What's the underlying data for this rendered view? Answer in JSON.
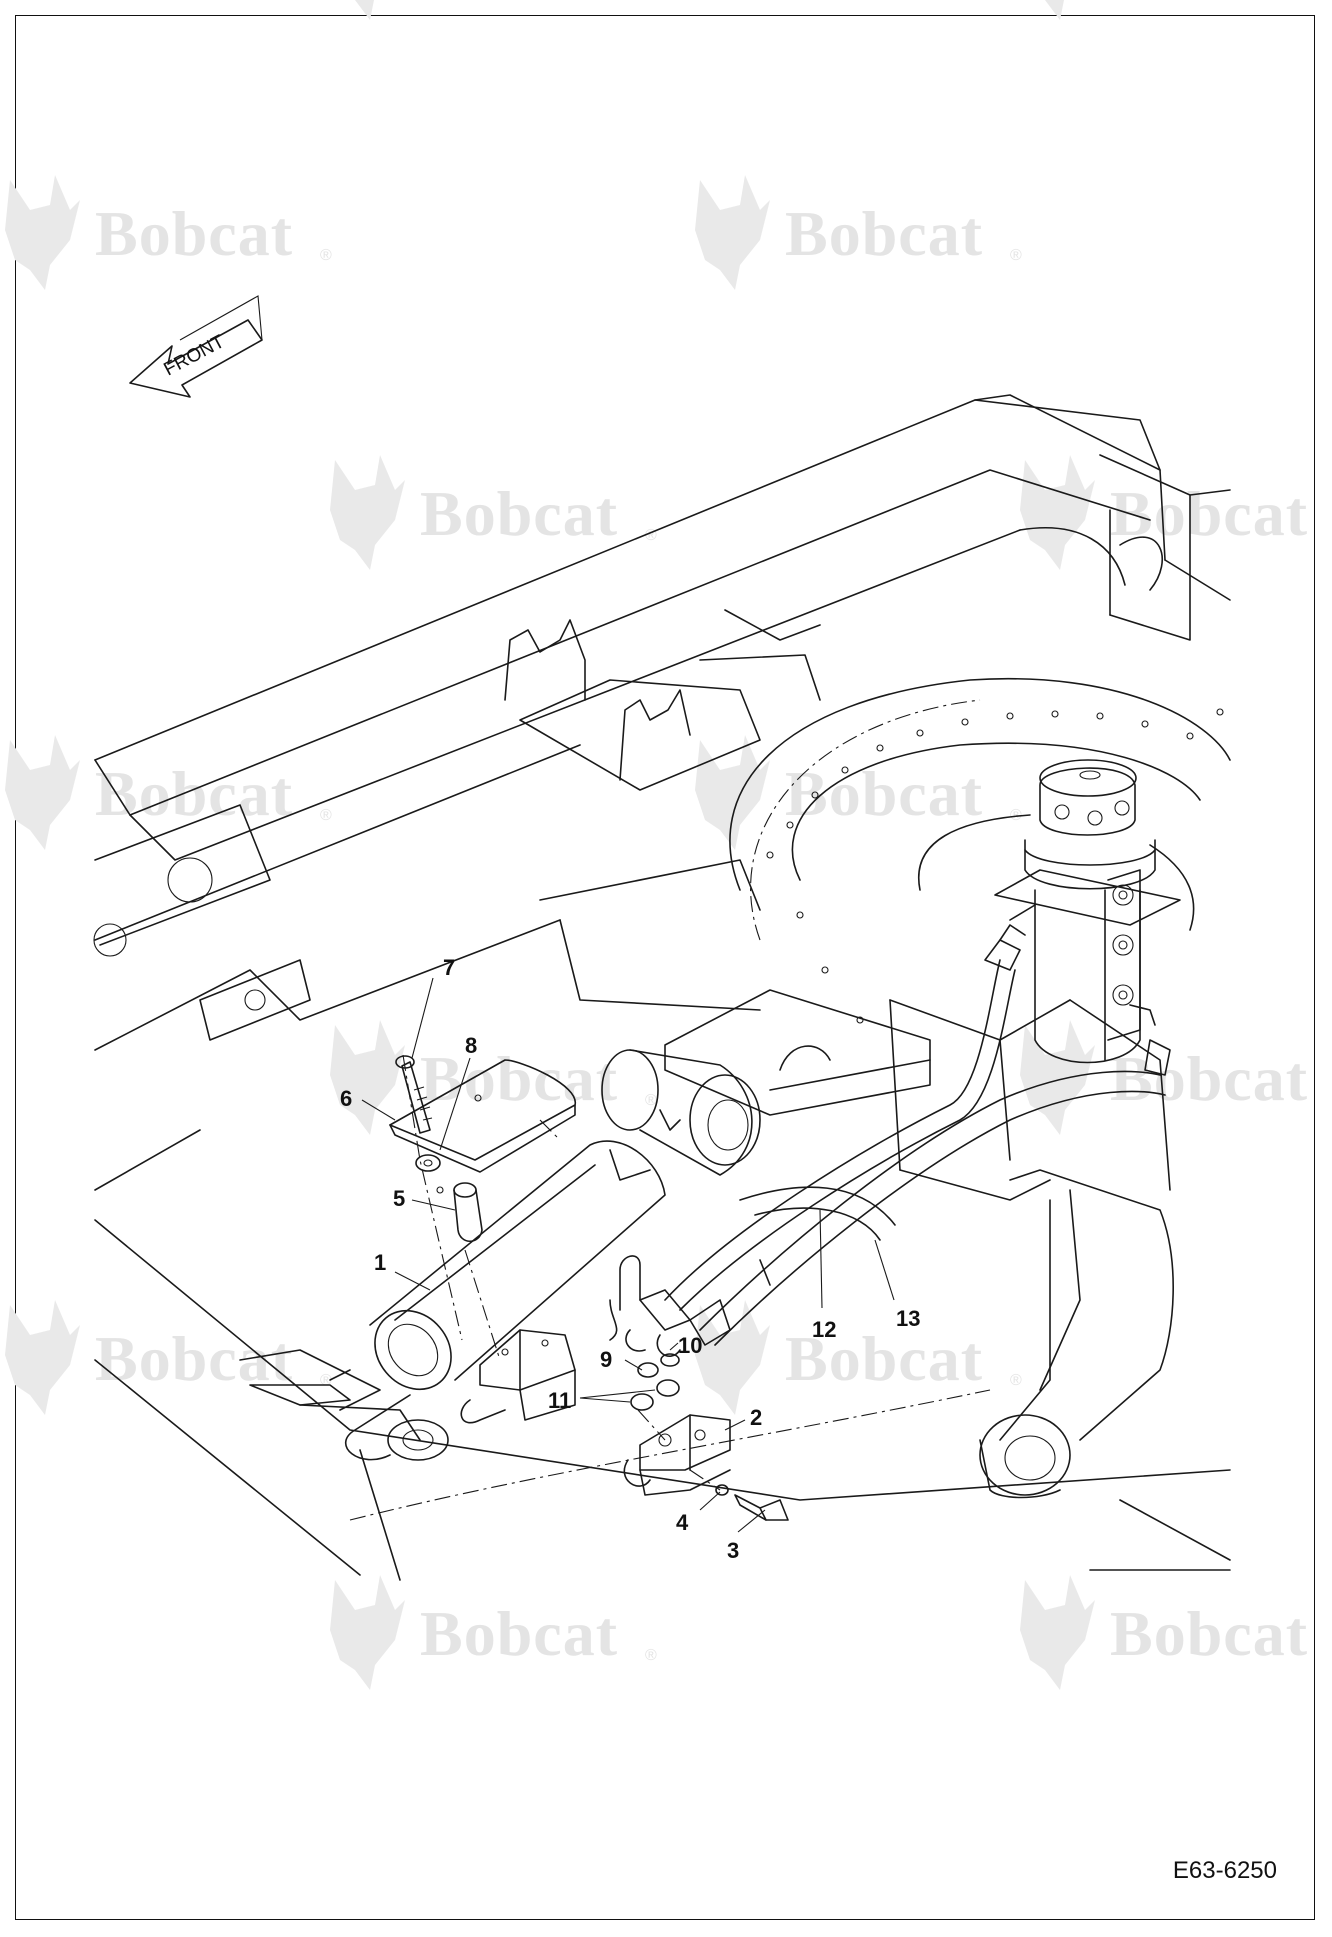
{
  "drawing": {
    "code": "E63-6250",
    "front_label": "FRONT",
    "watermark_text": "Bobcat",
    "watermark_mark": "®"
  },
  "callouts": [
    {
      "id": "1",
      "label": "1"
    },
    {
      "id": "2",
      "label": "2"
    },
    {
      "id": "3",
      "label": "3"
    },
    {
      "id": "4",
      "label": "4"
    },
    {
      "id": "5",
      "label": "5"
    },
    {
      "id": "6",
      "label": "6"
    },
    {
      "id": "7",
      "label": "7"
    },
    {
      "id": "8",
      "label": "8"
    },
    {
      "id": "9",
      "label": "9"
    },
    {
      "id": "10",
      "label": "10"
    },
    {
      "id": "11",
      "label": "11"
    },
    {
      "id": "12",
      "label": "12"
    },
    {
      "id": "13",
      "label": "13"
    }
  ]
}
